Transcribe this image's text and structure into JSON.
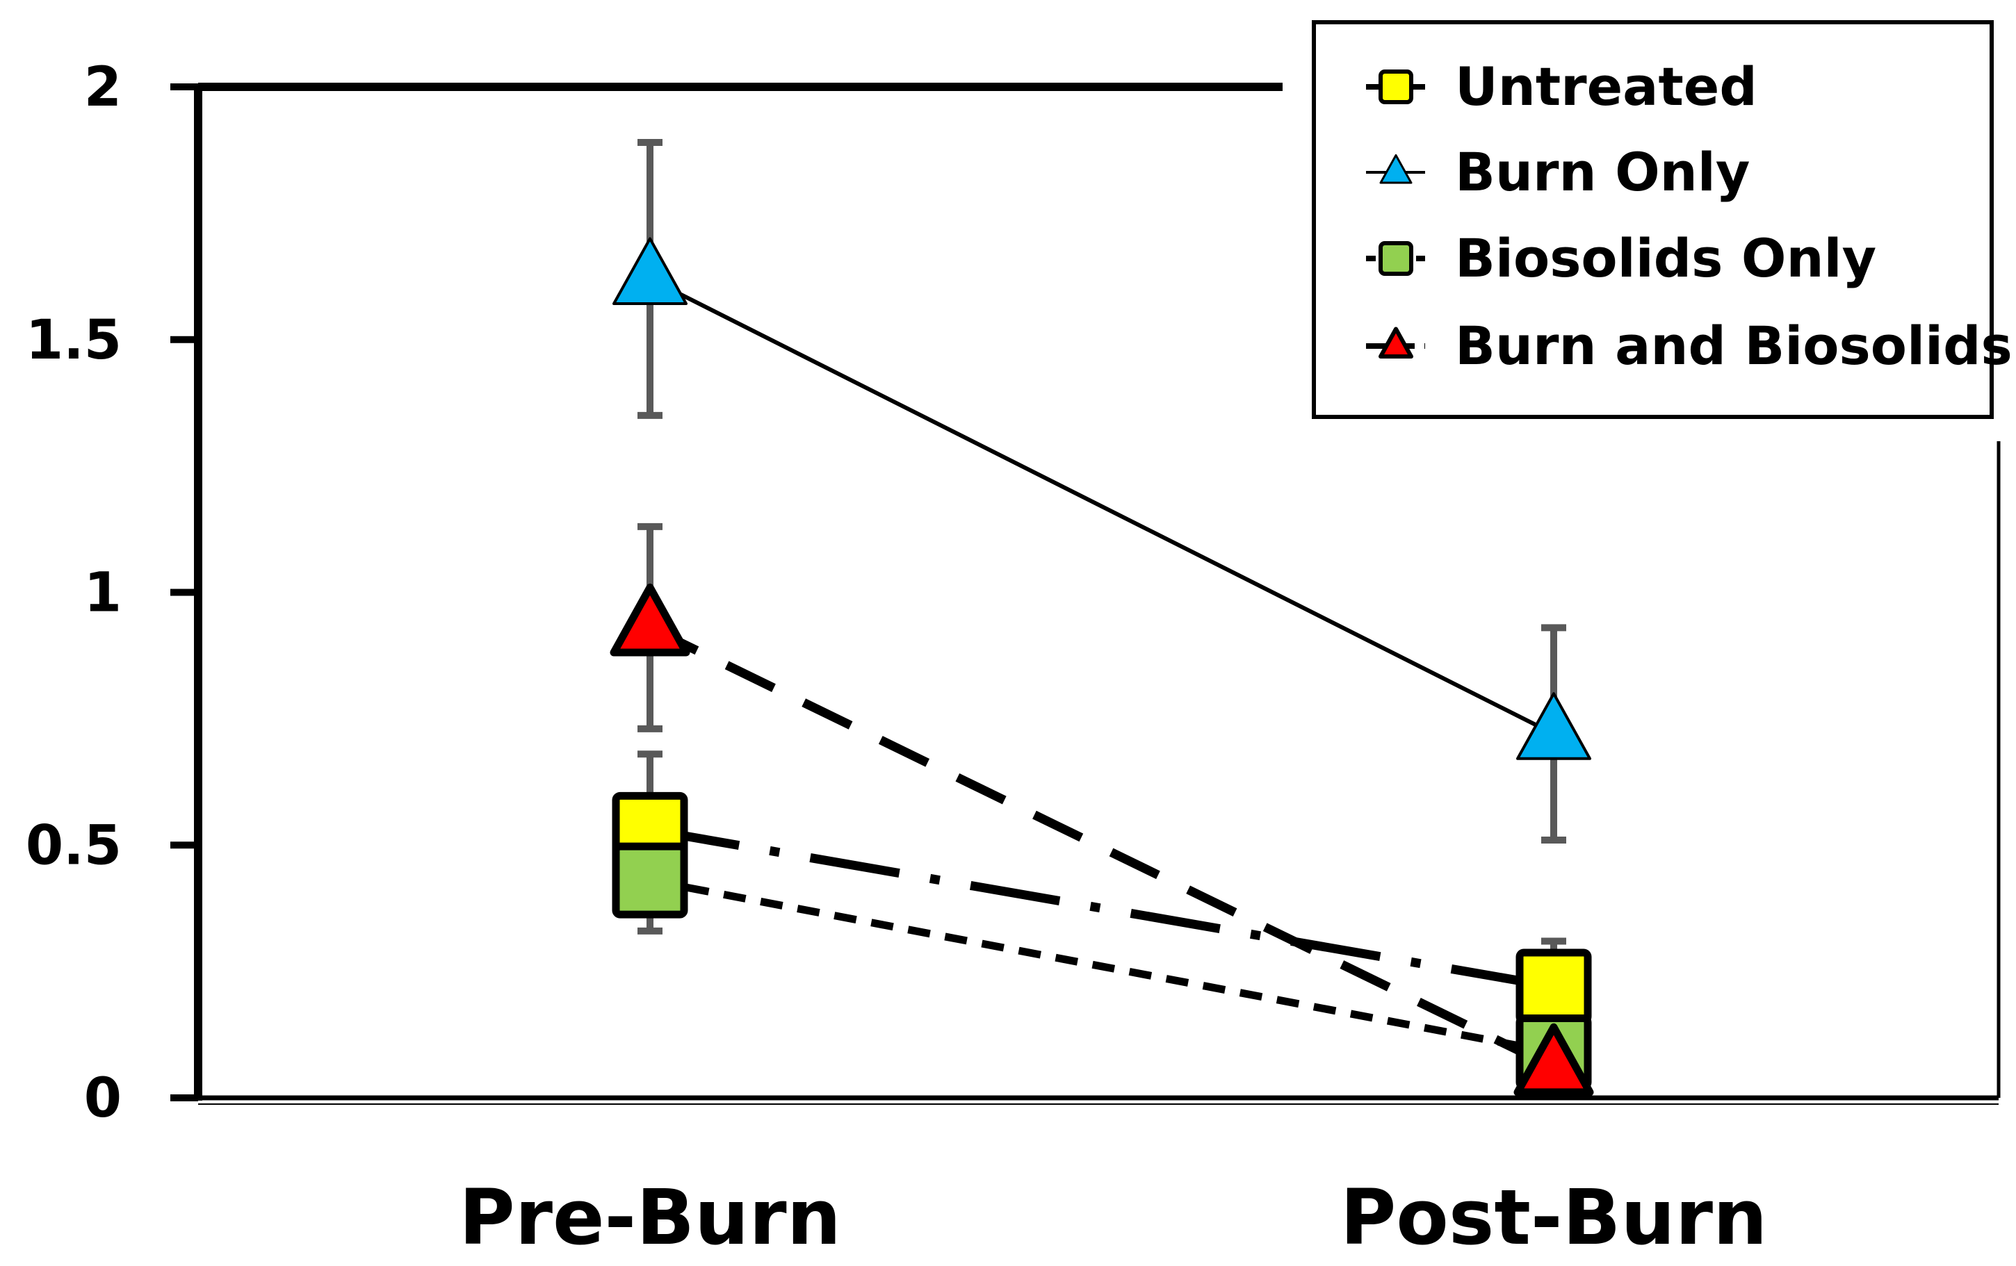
{
  "chart_data": {
    "type": "line",
    "categories": [
      "Pre-Burn",
      "Post-Burn"
    ],
    "ylim": [
      0,
      2
    ],
    "yticks": [
      "0",
      "0.5",
      "1",
      "1.5",
      "2"
    ],
    "legend_position": "top-right",
    "grid": false,
    "series": [
      {
        "name": "Untreated",
        "values": [
          0.53,
          0.22
        ],
        "error": [
          0.15,
          0.09
        ],
        "marker": "square",
        "color": "#ffff00",
        "dash": "long-dash-dot"
      },
      {
        "name": "Burn Only",
        "values": [
          1.62,
          0.72
        ],
        "error": [
          0.27,
          0.21
        ],
        "marker": "triangle",
        "color": "#00b0f0",
        "dash": "solid"
      },
      {
        "name": "Biosolids Only",
        "values": [
          0.43,
          0.09
        ],
        "error": [
          0.1,
          0.05
        ],
        "marker": "square",
        "color": "#92d050",
        "dash": "short-dash"
      },
      {
        "name": "Burn and Biosolids",
        "values": [
          0.93,
          0.06
        ],
        "error": [
          0.2,
          0.04
        ],
        "marker": "triangle",
        "color": "#ff0000",
        "dash": "long-dash"
      }
    ]
  }
}
